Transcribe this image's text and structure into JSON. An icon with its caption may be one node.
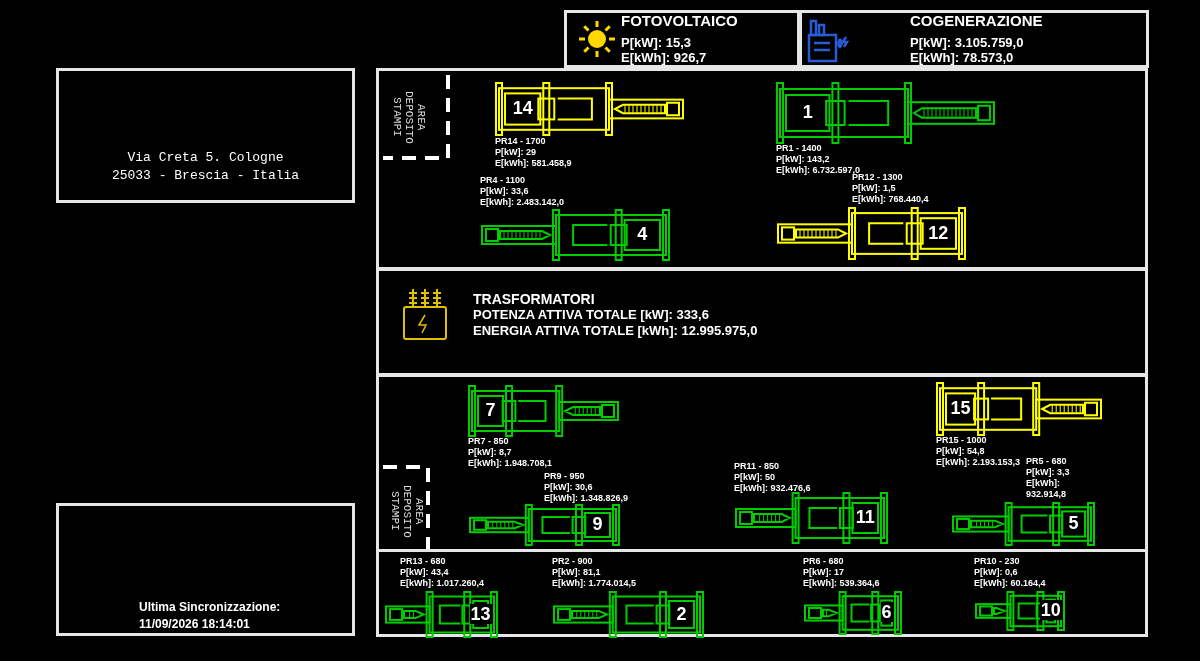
{
  "diagram": {
    "nodes": [
      {
        "text": [
          "FOTOVOLTAICO",
          "P[kW]: 15,3",
          "E[kWh]: 926,7"
        ]
      },
      {
        "text": [
          "COGENERAZIONE",
          "P[kW]: 3.105.759,0",
          "E[kWh]: 78.573,0"
        ]
      },
      {
        "text": [
          "Via Creta 5. Cologne 25033 - Brescia - Italia"
        ]
      },
      {
        "text": [],
        "shape": "box"
      },
      {
        "text": [
          "AREA DEPOSITO STAMPI"
        ],
        "in": 3
      },
      {
        "text": [
          "14"
        ],
        "in": 3,
        "beside": [
          "PR14 - 1700",
          "P[kW]: 29",
          "E[kWh]: 581.458,9"
        ]
      },
      {
        "text": [
          "1"
        ],
        "in": 3,
        "beside": [
          "PR1 - 1400",
          "P[kW]: 143,2",
          "E[kWh]: 6.732.597,0"
        ]
      },
      {
        "text": [
          "4"
        ],
        "in": 3,
        "beside": [
          "PR4 - 1100",
          "P[kW]: 33,6",
          "E[kWh]: 2.483.142,0"
        ]
      },
      {
        "text": [
          "12"
        ],
        "in": 3,
        "beside": [
          "PR12 - 1300",
          "P[kW]: 1,5",
          "E[kWh]: 768.440,4"
        ]
      },
      {
        "text": [
          "TRASFORMATORI",
          "POTENZA ATTIVA TOTALE [kW]: 333,6",
          "ENERGIA ATTIVA TOTALE [kWh]: 12.995.975,0"
        ]
      },
      {
        "text": [],
        "shape": "box"
      },
      {
        "text": [
          "7"
        ],
        "in": 10,
        "beside": [
          "PR7 - 850",
          "P[kW]: 8,7",
          "E[kWh]: 1.948.708,1"
        ]
      },
      {
        "text": [
          "15"
        ],
        "in": 10,
        "beside": [
          "PR15 - 1000",
          "P[kW]: 54,8",
          "E[kWh]: 2.193.153,3"
        ]
      },
      {
        "text": [
          "AREA DEPOSITO STAMPI"
        ],
        "in": 10
      },
      {
        "text": [
          "9"
        ],
        "in": 10,
        "beside": [
          "PR9 - 950",
          "P[kW]: 30,6",
          "E[kWh]: 1.348.826,9"
        ]
      },
      {
        "text": [
          "11"
        ],
        "in": 10,
        "beside": [
          "PR11 - 850",
          "P[kW]: 50",
          "E[kWh]: 932.476,6"
        ]
      },
      {
        "text": [
          "5"
        ],
        "in": 10,
        "beside": [
          "PR5 - 680",
          "P[kW]: 3,3",
          "E[kWh]: 932.914,8"
        ]
      },
      {
        "text": [],
        "shape": "box"
      },
      {
        "text": [
          "13"
        ],
        "in": 17,
        "beside": [
          "PR13 - 680",
          "P[kW]: 43,4",
          "E[kWh]: 1.017.260,4"
        ]
      },
      {
        "text": [
          "2"
        ],
        "in": 17,
        "beside": [
          "PR2 - 900",
          "P[kW]: 81,1",
          "E[kWh]: 1.774.014,5"
        ]
      },
      {
        "text": [
          "6"
        ],
        "in": 17,
        "beside": [
          "PR6 - 680",
          "P[kW]: 17",
          "E[kWh]: 539.364,6"
        ]
      },
      {
        "text": [
          "10"
        ],
        "in": 17,
        "beside": [
          "PR10 - 230",
          "P[kW]: 0,6",
          "E[kWh]: 60.164,4"
        ]
      },
      {
        "text": [
          "Ultima Sincronizzazione:",
          "11/09/2026 18:14:01"
        ]
      }
    ]
  }
}
